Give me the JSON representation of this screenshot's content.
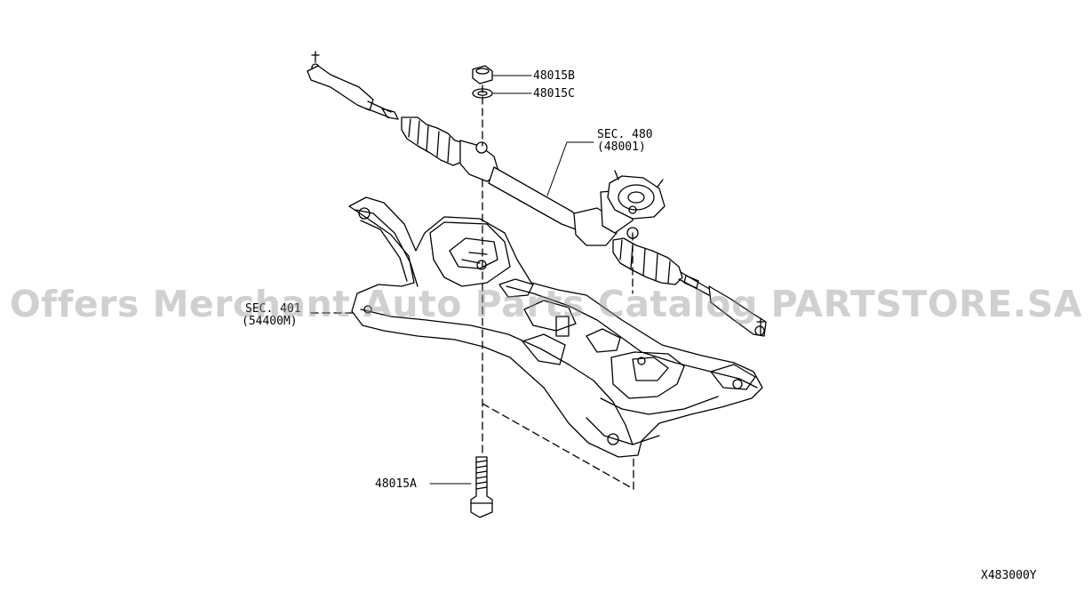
{
  "labels": {
    "bolt": "48015A",
    "nut": "48015B",
    "washer": "48015C",
    "steering_sec": "SEC. 480",
    "steering_part": "(48001)",
    "member_sec": "SEC. 401",
    "member_part": "(54400M)"
  },
  "diagram_code": "X483000Y",
  "watermark": "Offers Merchant Auto Parts Catalog PARTSTORE.SA",
  "colors": {
    "line": "#000000",
    "fill": "#ffffff",
    "watermark": "#969696"
  }
}
